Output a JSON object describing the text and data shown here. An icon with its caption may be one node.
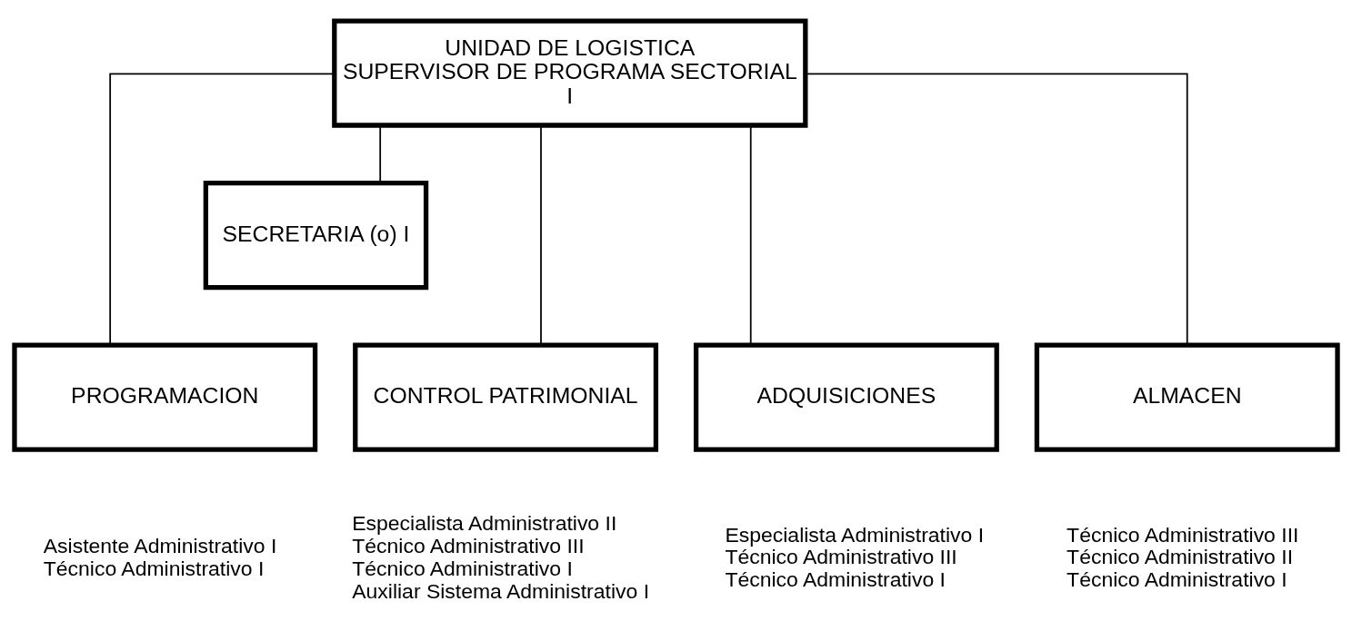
{
  "diagram": {
    "nodes": [
      {
        "text": [
          "UNIDAD DE LOGISTICA SUPERVISOR DE PROGRAMA SECTORIAL I"
        ]
      },
      {
        "text": [
          "SECRETARIA (o) I"
        ]
      },
      {
        "text": [
          "CONTROL PATRIMONIAL"
        ],
        "beside": [
          "Especialista Administrativo II",
          "Técnico Administrativo III",
          "Técnico Administrativo I",
          "Auxiliar Sistema Administrativo I"
        ]
      },
      {
        "text": [
          "ADQUISICIONES"
        ],
        "beside": [
          "Especialista Administrativo I",
          "Técnico Administrativo III",
          "Técnico Administrativo I"
        ]
      },
      {
        "text": [
          "PROGRAMACION"
        ],
        "beside": [
          "Asistente Administrativo I",
          "Técnico Administrativo I"
        ]
      },
      {
        "text": [
          "ALMACEN"
        ],
        "beside": [
          "Técnico Administrativo III",
          "Técnico Administrativo II",
          "Técnico Administrativo I"
        ]
      }
    ],
    "edges": [
      {
        "from": 0,
        "to": 1,
        "arrow": "none"
      },
      {
        "from": 0,
        "to": 2,
        "arrow": "none"
      },
      {
        "from": 0,
        "to": 3,
        "arrow": "none"
      },
      {
        "from": 0,
        "to": 4,
        "arrow": "none"
      },
      {
        "from": 0,
        "to": 5,
        "arrow": "none"
      }
    ]
  }
}
